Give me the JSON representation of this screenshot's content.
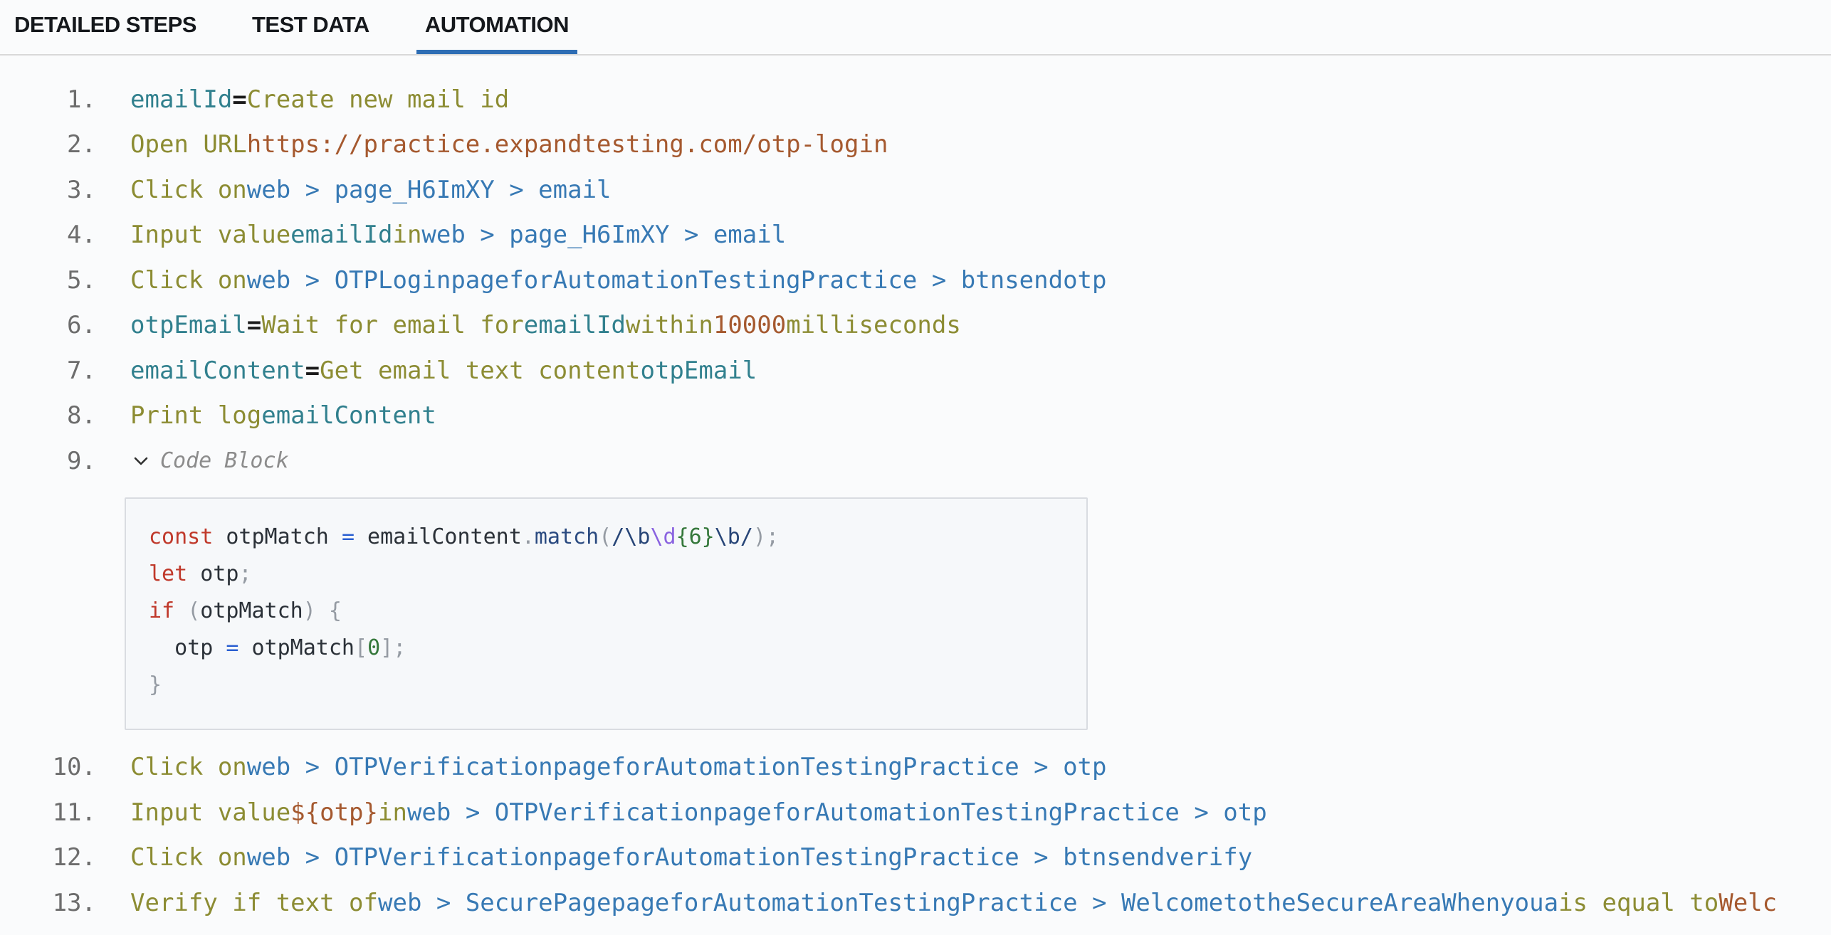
{
  "tabs": [
    {
      "label": "DETAILED STEPS",
      "active": false
    },
    {
      "label": "TEST DATA",
      "active": false
    },
    {
      "label": "AUTOMATION",
      "active": true
    }
  ],
  "colors": {
    "page_bg": "#fafbfc",
    "tab_text": "#15181c",
    "tab_underline": "#2e6db4",
    "tab_divider": "#d8d8d8",
    "step_number": "#6d6d6d",
    "step_keyword": "#8c8c33",
    "step_variable": "#31808e",
    "step_path": "#3779b4",
    "step_value": "#a5592f",
    "step_equals": "#1b1b1b",
    "code_label": "#8c8c8c",
    "code_bg": "#f6f8fa",
    "code_border": "#d9dce1",
    "code_keyword": "#c0392b",
    "code_plain": "#2b3138",
    "code_operator": "#2a5fd1",
    "code_punct": "#959ba3",
    "code_method": "#2a4a80",
    "code_regex": "#274577",
    "code_regex_digit": "#8a63e0",
    "code_green": "#35783b"
  },
  "steps": [
    {
      "num": "1.",
      "segments": [
        {
          "t": "emailId",
          "c": "var"
        },
        {
          "t": "=",
          "c": "eq"
        },
        {
          "t": "Create new mail id",
          "c": "kw"
        }
      ]
    },
    {
      "num": "2.",
      "segments": [
        {
          "t": "Open URL",
          "c": "kw"
        },
        {
          "t": "https://practice.expandtesting.com/otp-login",
          "c": "val"
        }
      ]
    },
    {
      "num": "3.",
      "segments": [
        {
          "t": "Click on",
          "c": "kw"
        },
        {
          "t": "web > page_H6ImXY > email",
          "c": "path"
        }
      ]
    },
    {
      "num": "4.",
      "segments": [
        {
          "t": "Input value",
          "c": "kw"
        },
        {
          "t": "emailId",
          "c": "var"
        },
        {
          "t": "in",
          "c": "kw"
        },
        {
          "t": "web > page_H6ImXY > email",
          "c": "path"
        }
      ]
    },
    {
      "num": "5.",
      "segments": [
        {
          "t": "Click on",
          "c": "kw"
        },
        {
          "t": "web > OTPLoginpageforAutomationTestingPractice > btnsendotp",
          "c": "path"
        }
      ]
    },
    {
      "num": "6.",
      "segments": [
        {
          "t": "otpEmail",
          "c": "var"
        },
        {
          "t": "=",
          "c": "eq"
        },
        {
          "t": "Wait for email for",
          "c": "kw"
        },
        {
          "t": "emailId",
          "c": "var"
        },
        {
          "t": "within",
          "c": "kw"
        },
        {
          "t": "10000",
          "c": "val"
        },
        {
          "t": "milliseconds",
          "c": "kw"
        }
      ]
    },
    {
      "num": "7.",
      "segments": [
        {
          "t": "emailContent",
          "c": "var"
        },
        {
          "t": "=",
          "c": "eq"
        },
        {
          "t": "Get email text content",
          "c": "kw"
        },
        {
          "t": "otpEmail",
          "c": "var"
        }
      ]
    },
    {
      "num": "8.",
      "segments": [
        {
          "t": "Print log",
          "c": "kw"
        },
        {
          "t": "emailContent",
          "c": "var"
        }
      ]
    },
    {
      "num": "9.",
      "code_toggle": true,
      "label": "Code Block"
    },
    {
      "num": "10.",
      "segments": [
        {
          "t": "Click on",
          "c": "kw"
        },
        {
          "t": "web > OTPVerificationpageforAutomationTestingPractice > otp",
          "c": "path"
        }
      ]
    },
    {
      "num": "11.",
      "segments": [
        {
          "t": "Input value",
          "c": "kw"
        },
        {
          "t": "${otp}",
          "c": "val"
        },
        {
          "t": "in",
          "c": "kw"
        },
        {
          "t": "web > OTPVerificationpageforAutomationTestingPractice > otp",
          "c": "path"
        }
      ]
    },
    {
      "num": "12.",
      "segments": [
        {
          "t": "Click on",
          "c": "kw"
        },
        {
          "t": "web > OTPVerificationpageforAutomationTestingPractice > btnsendverify",
          "c": "path"
        }
      ]
    },
    {
      "num": "13.",
      "segments": [
        {
          "t": "Verify if text of",
          "c": "kw"
        },
        {
          "t": "web > SecurePagepageforAutomationTestingPractice > WelcometotheSecureAreaWhenyoua",
          "c": "path"
        },
        {
          "t": "is equal to",
          "c": "kw"
        },
        {
          "t": "Welc",
          "c": "val"
        }
      ]
    }
  ],
  "code_block": {
    "lines": [
      [
        {
          "t": "const",
          "c": "k"
        },
        {
          "t": " otpMatch ",
          "c": "p"
        },
        {
          "t": "=",
          "c": "o"
        },
        {
          "t": " emailContent",
          "c": "p"
        },
        {
          "t": ".",
          "c": "g"
        },
        {
          "t": "match",
          "c": "m"
        },
        {
          "t": "(",
          "c": "g"
        },
        {
          "t": "/\\b",
          "c": "r"
        },
        {
          "t": "\\d",
          "c": "rd"
        },
        {
          "t": "{6}",
          "c": "n"
        },
        {
          "t": "\\b",
          "c": "r"
        },
        {
          "t": "/",
          "c": "r"
        },
        {
          "t": ")",
          "c": "g"
        },
        {
          "t": ";",
          "c": "g"
        }
      ],
      [
        {
          "t": "let",
          "c": "k"
        },
        {
          "t": " otp",
          "c": "p"
        },
        {
          "t": ";",
          "c": "g"
        }
      ],
      [
        {
          "t": "if",
          "c": "k"
        },
        {
          "t": " ",
          "c": "p"
        },
        {
          "t": "(",
          "c": "g"
        },
        {
          "t": "otpMatch",
          "c": "p"
        },
        {
          "t": ")",
          "c": "g"
        },
        {
          "t": " ",
          "c": "p"
        },
        {
          "t": "{",
          "c": "g"
        }
      ],
      [
        {
          "t": "  otp ",
          "c": "p"
        },
        {
          "t": "=",
          "c": "o"
        },
        {
          "t": " otpMatch",
          "c": "p"
        },
        {
          "t": "[",
          "c": "g"
        },
        {
          "t": "0",
          "c": "n"
        },
        {
          "t": "]",
          "c": "g"
        },
        {
          "t": ";",
          "c": "g"
        }
      ],
      [
        {
          "t": "}",
          "c": "g"
        }
      ]
    ]
  }
}
